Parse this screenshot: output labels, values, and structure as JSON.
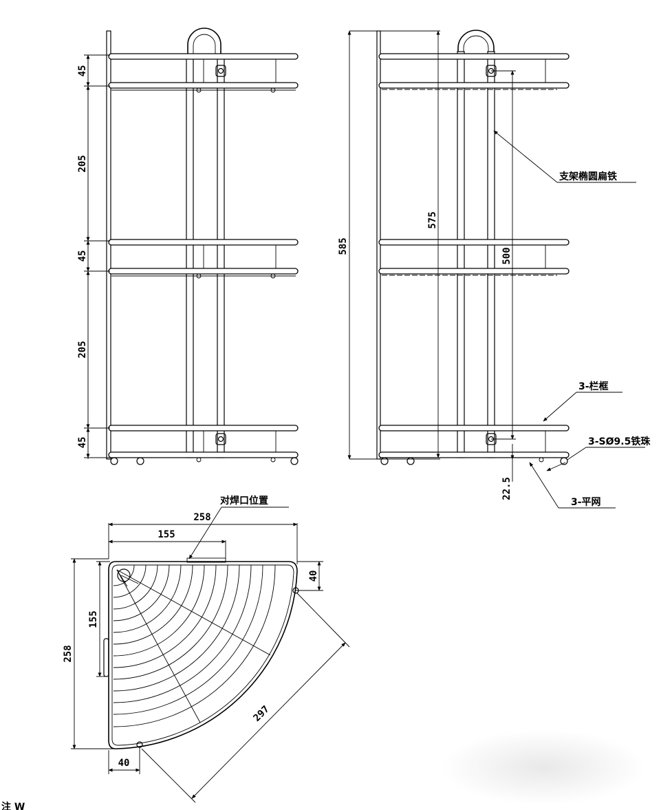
{
  "front_view": {
    "dims": [
      "45",
      "205",
      "45",
      "205",
      "45"
    ]
  },
  "side_view": {
    "dim_total": "585",
    "dim_575": "575",
    "dim_500": "500",
    "dim_22_5": "22.5",
    "label_bracket": "支架椭圆扁铁",
    "label_rail": "3-栏框",
    "label_ball": "3-SØ9.5铁珠",
    "label_mesh": "3-平网"
  },
  "top_view": {
    "label_weld": "对焊口位置",
    "dim_width_258": "258",
    "dim_width_155": "155",
    "dim_height_155": "155",
    "dim_height_258": "258",
    "dim_40_right": "40",
    "dim_40_bottom": "40",
    "dim_diag_297": "297"
  },
  "footer_fragment": "注 W"
}
